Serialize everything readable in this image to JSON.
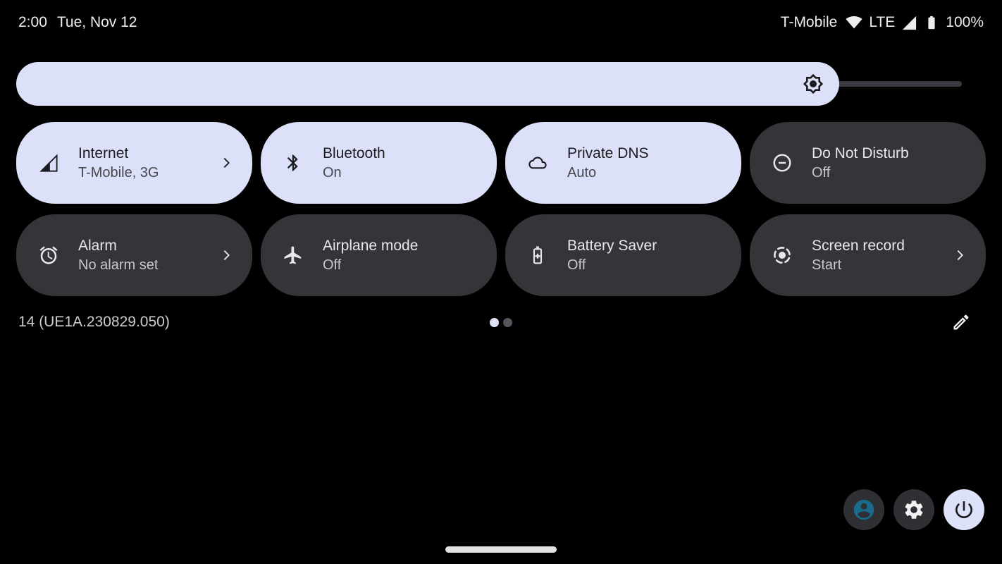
{
  "status_bar": {
    "time": "2:00",
    "date": "Tue, Nov 12",
    "carrier": "T-Mobile",
    "network_type": "LTE",
    "battery_level": "100%"
  },
  "brightness": {
    "value_percent": 87
  },
  "tiles": [
    {
      "label": "Internet",
      "status": "T-Mobile, 3G",
      "icon": "signal-cellular-icon",
      "active": true,
      "chevron": true
    },
    {
      "label": "Bluetooth",
      "status": "On",
      "icon": "bluetooth-icon",
      "active": true,
      "chevron": false
    },
    {
      "label": "Private DNS",
      "status": "Auto",
      "icon": "cloud-icon",
      "active": true,
      "chevron": false
    },
    {
      "label": "Do Not Disturb",
      "status": "Off",
      "icon": "do-not-disturb-icon",
      "active": false,
      "chevron": false
    },
    {
      "label": "Alarm",
      "status": "No alarm set",
      "icon": "alarm-icon",
      "active": false,
      "chevron": true
    },
    {
      "label": "Airplane mode",
      "status": "Off",
      "icon": "airplane-icon",
      "active": false,
      "chevron": false
    },
    {
      "label": "Battery Saver",
      "status": "Off",
      "icon": "battery-saver-icon",
      "active": false,
      "chevron": false
    },
    {
      "label": "Screen record",
      "status": "Start",
      "icon": "screen-record-icon",
      "active": false,
      "chevron": true
    }
  ],
  "footer": {
    "build_number": "14 (UE1A.230829.050)",
    "page_count": 2,
    "active_page": 1
  },
  "colors": {
    "accent": "#dce1f9",
    "tile_inactive": "#333539",
    "background": "#000000",
    "avatar_teal": "#1a6c8d",
    "status_text": "#eceded"
  }
}
